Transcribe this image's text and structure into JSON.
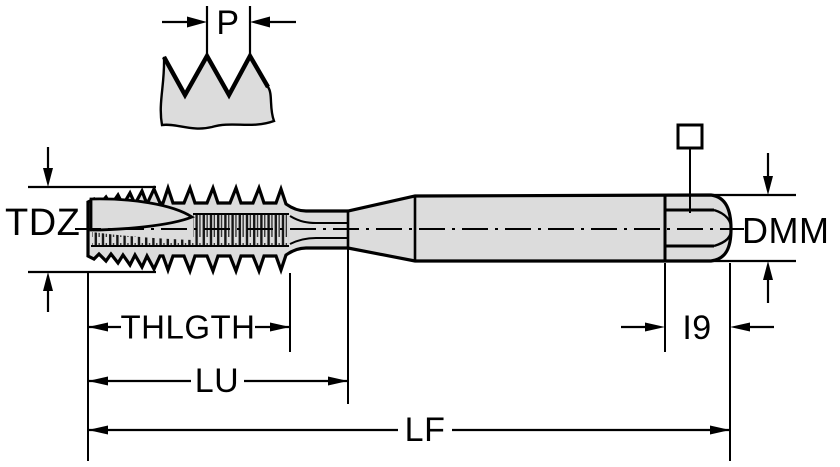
{
  "drawing": {
    "type": "technical-diagram",
    "body_fill": "#dcdcdc",
    "line_color": "#000000",
    "background": "#ffffff"
  },
  "labels": {
    "pitch": "P",
    "thread_diameter": "TDZ",
    "shank_diameter": "DMM",
    "thread_length": "THLGTH",
    "usable_length": "LU",
    "overall_length": "LF",
    "square_length": "I9"
  },
  "symbols": {
    "square_drive": "square-symbol"
  }
}
